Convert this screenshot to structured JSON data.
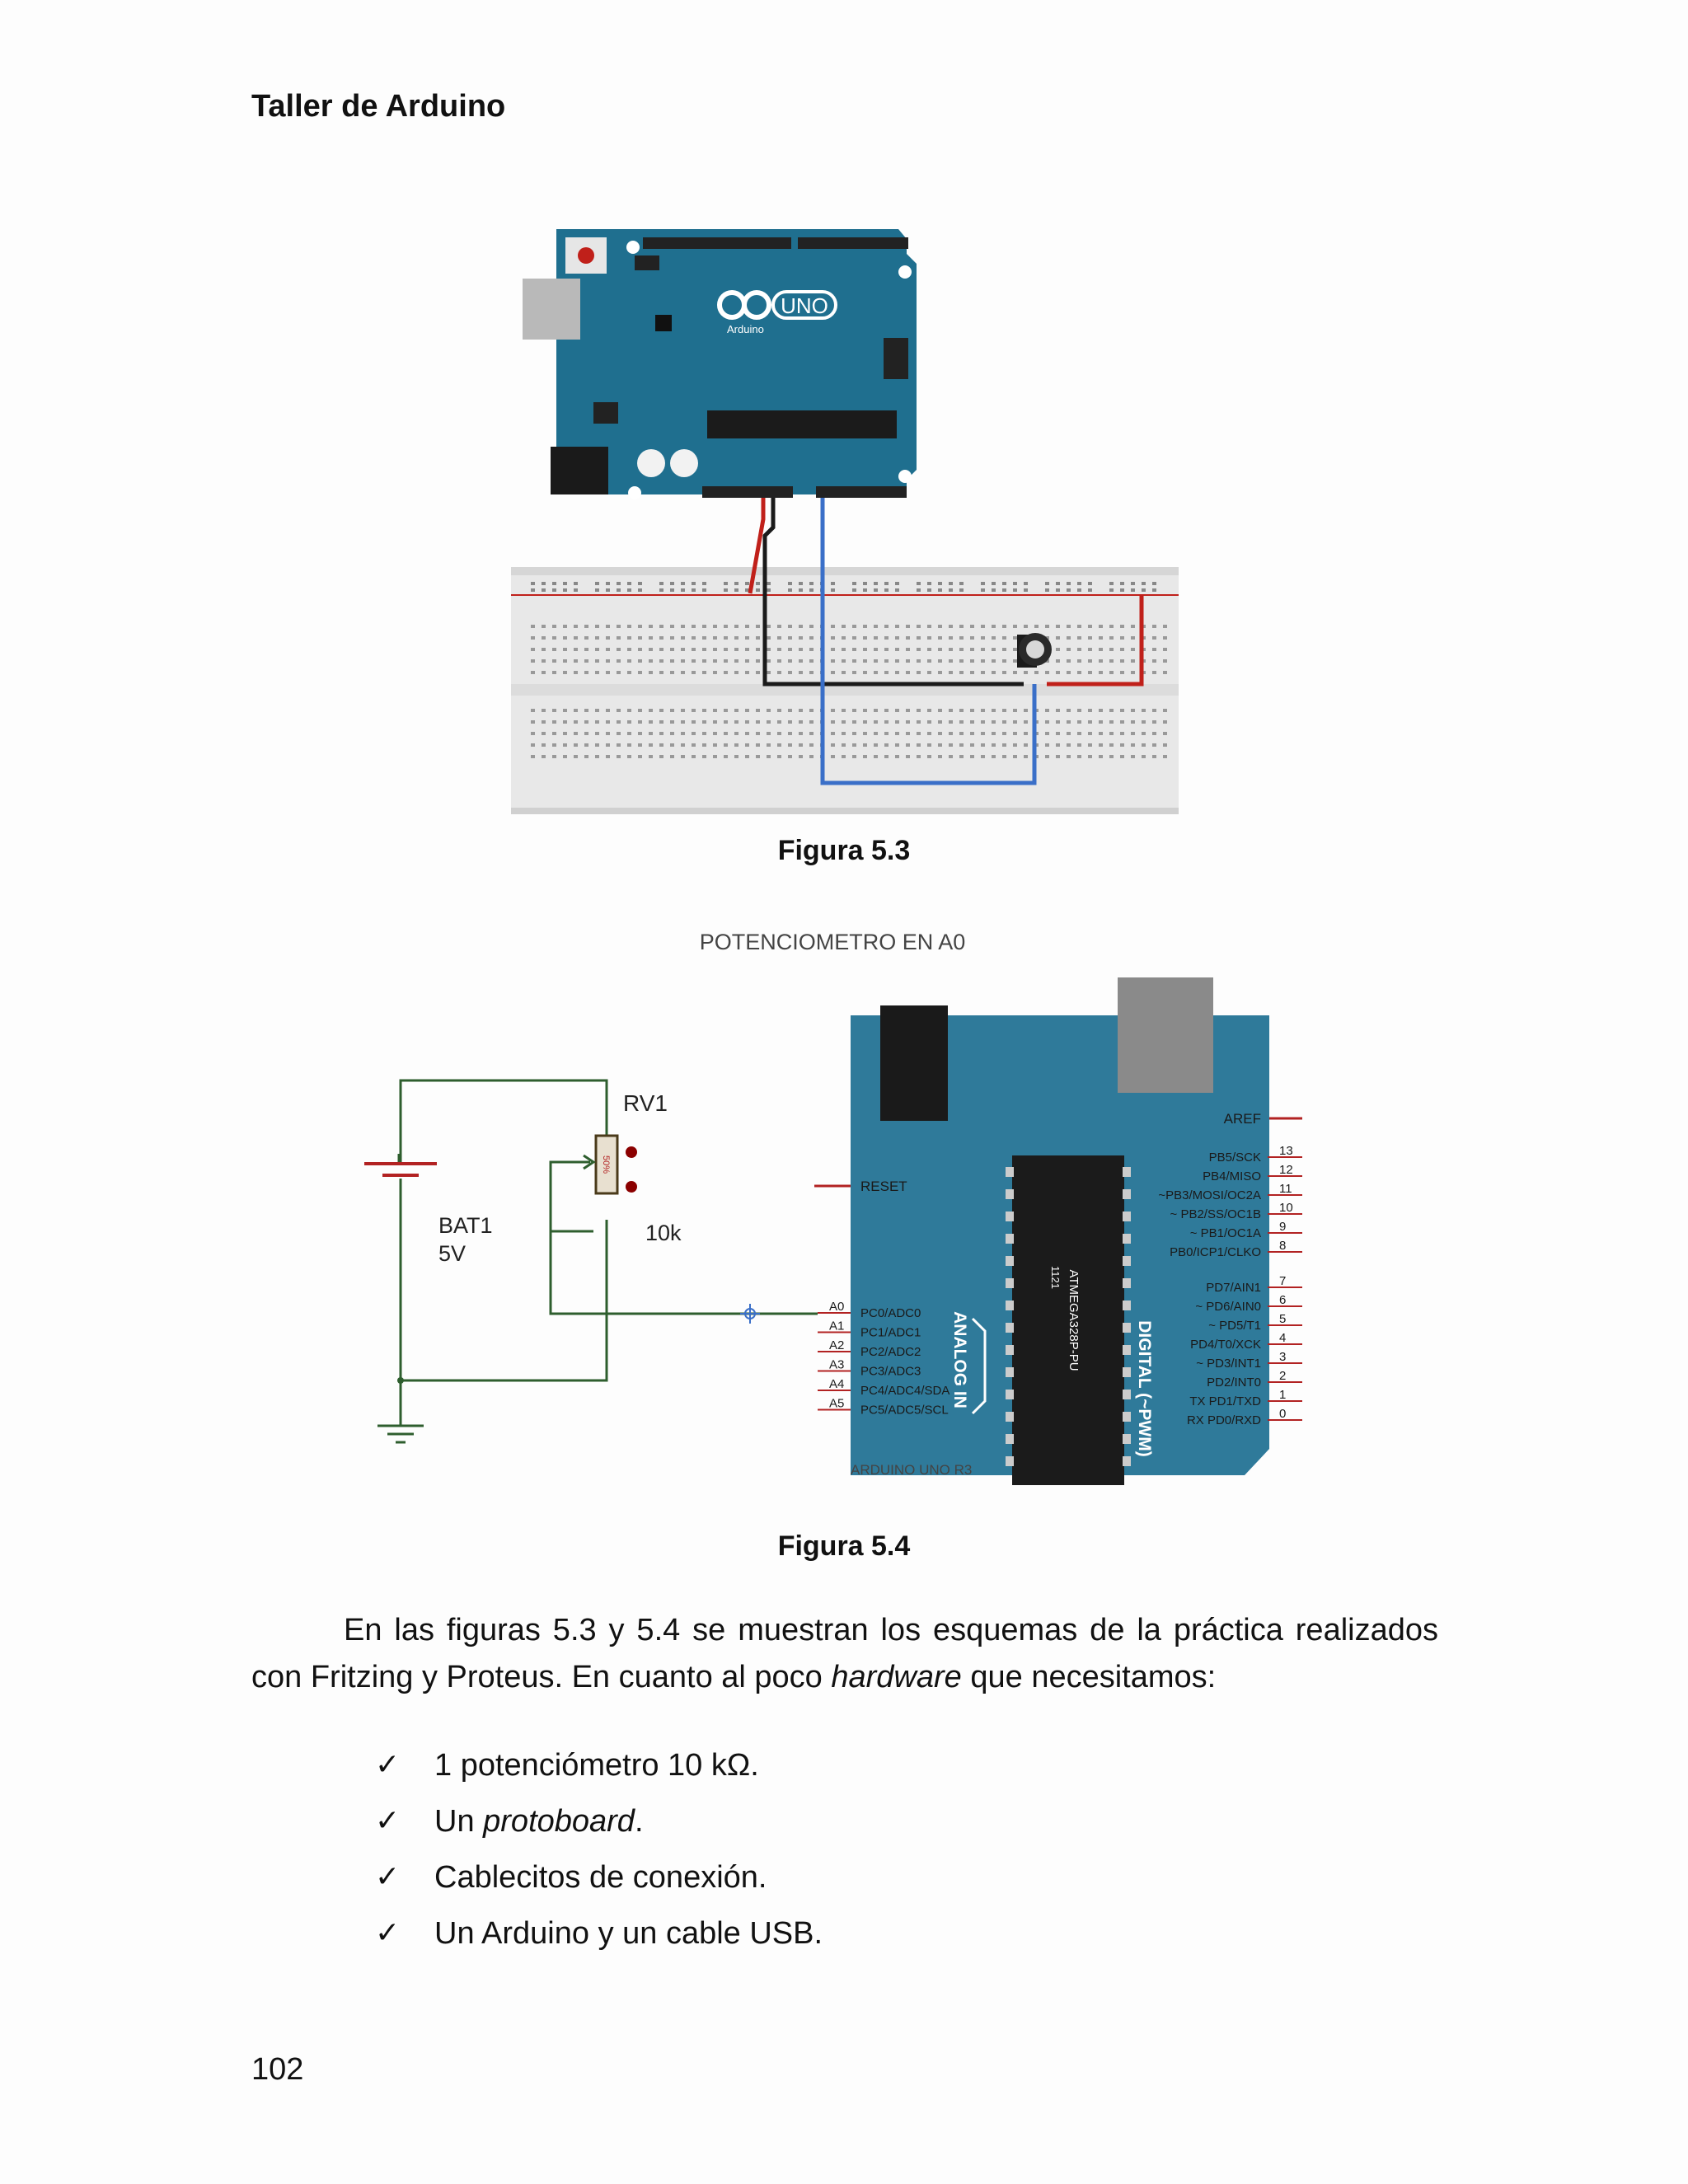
{
  "header": {
    "title": "Taller de Arduino"
  },
  "figure_5_3": {
    "caption": "Figura 5.3",
    "board": {
      "logo_text": "UNO",
      "brand": "Arduino"
    }
  },
  "figure_5_4": {
    "caption": "Figura 5.4",
    "title": "POTENCIOMETRO EN A0",
    "battery": {
      "name": "BAT1",
      "value": "5V"
    },
    "pot": {
      "name": "RV1",
      "value": "10k",
      "body_label": "50%"
    },
    "board_label": "ARDUINO UNO R3",
    "chip_label": "ATMEGA328P-PU",
    "chip_code": "1121",
    "analog_group": "ANALOG IN",
    "digital_group": "DIGITAL (~PWM)",
    "aref": "AREF",
    "reset": "RESET",
    "analog_pins": [
      {
        "pin": "A0",
        "label": "PC0/ADC0"
      },
      {
        "pin": "A1",
        "label": "PC1/ADC1"
      },
      {
        "pin": "A2",
        "label": "PC2/ADC2"
      },
      {
        "pin": "A3",
        "label": "PC3/ADC3"
      },
      {
        "pin": "A4",
        "label": "PC4/ADC4/SDA"
      },
      {
        "pin": "A5",
        "label": "PC5/ADC5/SCL"
      }
    ],
    "digital_pins": [
      {
        "num": "13",
        "label": "PB5/SCK"
      },
      {
        "num": "12",
        "label": "PB4/MISO"
      },
      {
        "num": "11",
        "label": "~PB3/MOSI/OC2A"
      },
      {
        "num": "10",
        "label": "~ PB2/SS/OC1B"
      },
      {
        "num": "9",
        "label": "~ PB1/OC1A"
      },
      {
        "num": "8",
        "label": "PB0/ICP1/CLKO"
      },
      {
        "num": "7",
        "label": "PD7/AIN1"
      },
      {
        "num": "6",
        "label": "~ PD6/AIN0"
      },
      {
        "num": "5",
        "label": "~ PD5/T1"
      },
      {
        "num": "4",
        "label": "PD4/T0/XCK"
      },
      {
        "num": "3",
        "label": "~ PD3/INT1"
      },
      {
        "num": "2",
        "label": "PD2/INT0"
      },
      {
        "num": "1",
        "label": "TX PD1/TXD"
      },
      {
        "num": "0",
        "label": "RX PD0/RXD"
      }
    ]
  },
  "body": {
    "paragraph_parts": [
      "En las figuras 5.3 y 5.4 se muestran los esquemas de la práctica realizados con Fritzing y Proteus. En cuanto al poco ",
      "hardware",
      " que necesitamos:"
    ],
    "list": [
      {
        "text": "1 potenciómetro 10 kΩ."
      },
      {
        "prefix": "Un ",
        "em": "protoboard",
        "suffix": "."
      },
      {
        "text": "Cablecitos de conexión."
      },
      {
        "text": "Un Arduino y un cable USB."
      }
    ],
    "check_glyph": "✓"
  },
  "footer": {
    "page_number": "102"
  },
  "colors": {
    "board_blue": "#1f6f8f",
    "schematic_blue": "#2f7a9a",
    "wire_red": "#c0201a",
    "wire_blue": "#3a6fc8",
    "schematic_green": "#2e5e2e"
  }
}
